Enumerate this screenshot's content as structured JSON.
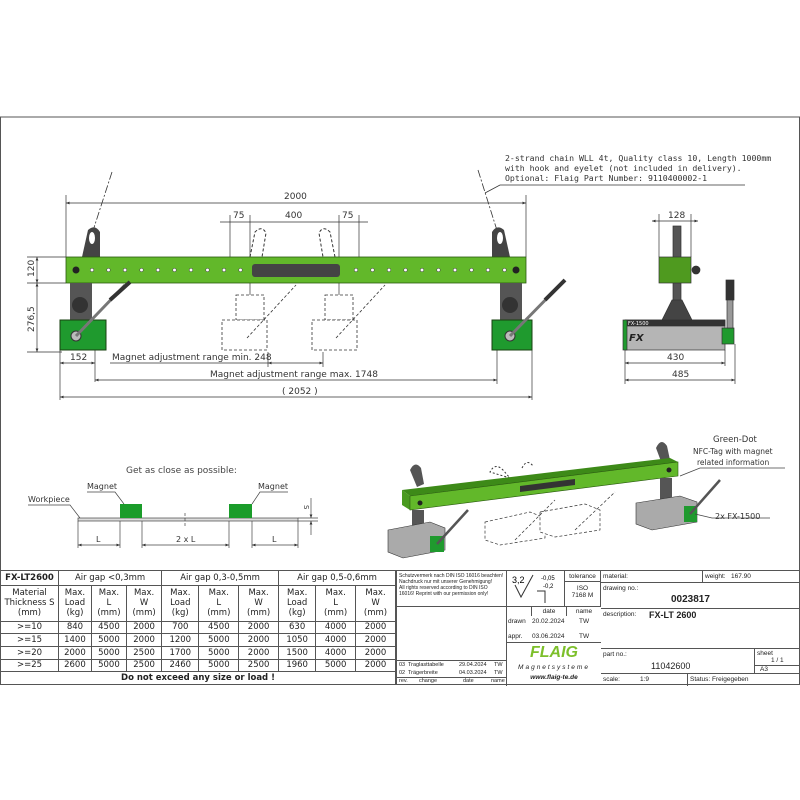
{
  "main_view": {
    "chain_note": [
      "2-strand chain WLL 4t, Quality class 10, Length 1000mm",
      "with hook and eyelet (not included in delivery).",
      "Optional: Flaig Part Number: 9110400002-1"
    ],
    "dims": {
      "overall_length": "2000",
      "offset_left": "75",
      "center": "400",
      "offset_right": "75",
      "beam_height": "120",
      "magnet_height": "276,5",
      "end_offset": "152",
      "range_min": "Magnet adjustment range min. 248",
      "range_max": "Magnet adjustment range max. 1748",
      "total": "( 2052 )"
    },
    "colors": {
      "beam": "#62b82a",
      "magnet_green": "#1f9a2e",
      "dark": "#3a3a3a"
    }
  },
  "side_view": {
    "dims": {
      "top": "128",
      "magnet": "430",
      "total": "485"
    },
    "magnet_label": "FX-1500"
  },
  "placement": {
    "title": "Get as close as possible:",
    "workpiece": "Workpiece",
    "magnet_left": "Magnet",
    "magnet_right": "Magnet",
    "dim_s": "S",
    "dim_l_left": "L",
    "dim_2l": "2 x L",
    "dim_l_right": "L"
  },
  "iso_view": {
    "green_dot_title": "Green-Dot",
    "green_dot_desc": [
      "NFC-Tag with magnet",
      "related information"
    ],
    "magnets_label": "2x FX-1500"
  },
  "load_table": {
    "model": "FX-LT2600",
    "groups": [
      "Air gap <0,3mm",
      "Air gap 0,3-0,5mm",
      "Air gap 0,5-0,6mm"
    ],
    "first_col_header": [
      "Material",
      "Thickness S",
      "(mm)"
    ],
    "sub_headers": [
      [
        "Max.",
        "Load",
        "(kg)"
      ],
      [
        "Max.",
        "L",
        "(mm)"
      ],
      [
        "Max.",
        "W",
        "(mm)"
      ]
    ],
    "rows": [
      [
        ">=10",
        "840",
        "4500",
        "2000",
        "700",
        "4500",
        "2000",
        "630",
        "4000",
        "2000"
      ],
      [
        ">=15",
        "1400",
        "5000",
        "2000",
        "1200",
        "5000",
        "2000",
        "1050",
        "4000",
        "2000"
      ],
      [
        ">=20",
        "2000",
        "5000",
        "2500",
        "1700",
        "5000",
        "2000",
        "1500",
        "4000",
        "2000"
      ],
      [
        ">=25",
        "2600",
        "5000",
        "2500",
        "2460",
        "5000",
        "2500",
        "1960",
        "5000",
        "2000"
      ]
    ],
    "footer": "Do not exceed any size or load !"
  },
  "title_block": {
    "protection_note": "Schutzvermerk nach DIN ISO 16016 beachten! Nachdruck nur mit unserer Genehmigung!",
    "rights_note": "All rights reserved according to DIN ISO 16016! Reprint with our permission only!",
    "surface": "3,2",
    "tol_upper": "-0,05",
    "tol_lower": "-0,2",
    "tolerance_label": "tolerance",
    "tolerance_value": [
      "ISO",
      "7168 M"
    ],
    "material_label": "material:",
    "weight_label": "weight:",
    "weight": "167.90",
    "drawing_no_label": "drawing no.:",
    "drawing_no": "0023817",
    "date_header": "date",
    "name_header": "name",
    "drawn_label": "drawn",
    "drawn_date": "20.02.2024",
    "drawn_name": "TW",
    "appr_label": "appr.",
    "appr_date": "03.06.2024",
    "appr_name": "TW",
    "description_label": "description:",
    "description": "FX-LT 2600",
    "revisions": [
      {
        "rev": "03",
        "change": "Traglasttabelle",
        "date": "29.04.2024",
        "name": "TW"
      },
      {
        "rev": "02",
        "change": "Trägerbreite",
        "date": "04.03.2024",
        "name": "TW"
      }
    ],
    "rev_headers": {
      "rev": "rev.",
      "change": "change",
      "date": "date",
      "name": "name"
    },
    "logo": "FLAIG",
    "logo_sub": "Magnetsysteme",
    "website": "www.flaig-te.de",
    "part_no_label": "part no.:",
    "part_no": "11042600",
    "sheet_label": "sheet",
    "sheet": "1 / 1",
    "format": "A3",
    "scale_label": "scale:",
    "scale": "1:9",
    "status": "Status: Freigegeben"
  }
}
